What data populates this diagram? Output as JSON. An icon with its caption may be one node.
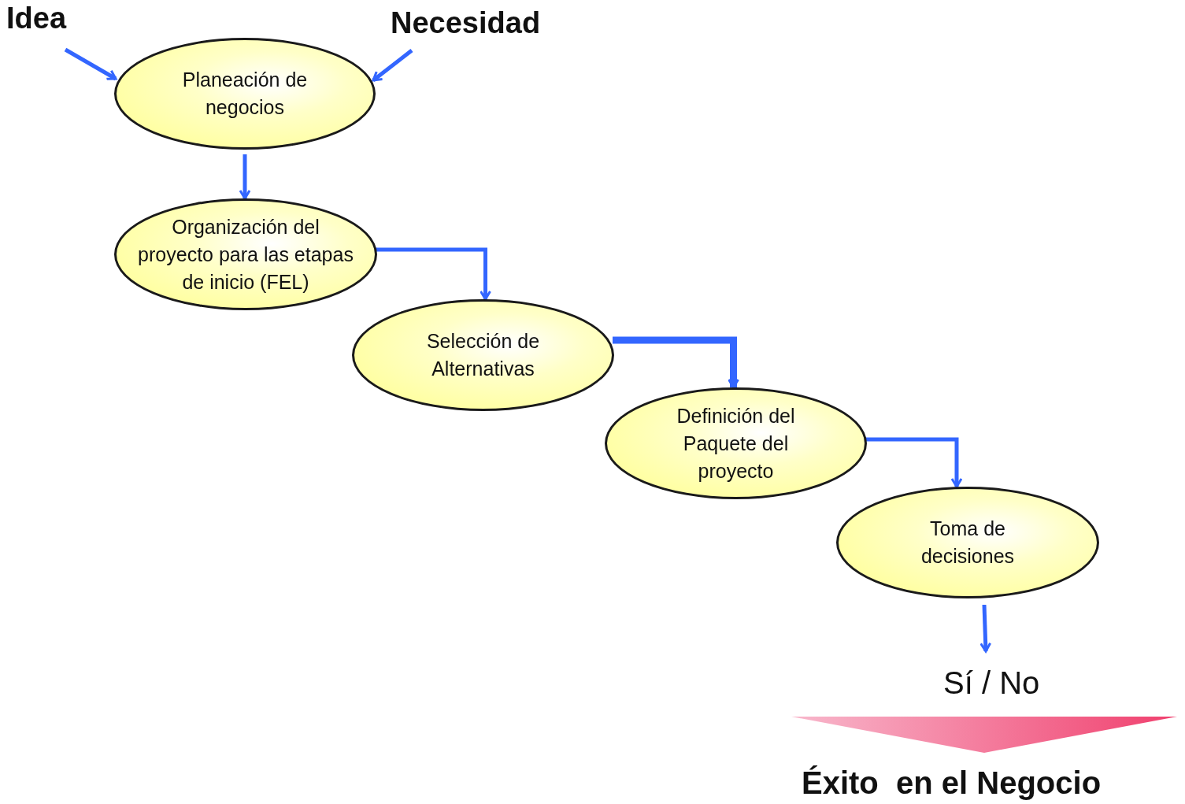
{
  "diagram": {
    "nodes": [
      {
        "text": [
          "Idea"
        ]
      },
      {
        "text": [
          "Necesidad"
        ]
      },
      {
        "text": [
          "Planeación de negocios"
        ]
      },
      {
        "text": [
          "Organización del proyecto para las etapas de inicio (FEL)"
        ]
      },
      {
        "text": [
          "Selección de Alternativas"
        ]
      },
      {
        "text": [
          "Definición del Paquete del proyecto"
        ]
      },
      {
        "text": [
          "Toma de decisiones"
        ]
      },
      {
        "text": [
          "Sí / No"
        ]
      }
    ],
    "edges": [
      {
        "from": 0,
        "to": 2,
        "arrow": "to"
      },
      {
        "from": 1,
        "to": 2,
        "arrow": "to"
      },
      {
        "from": 2,
        "to": 3,
        "arrow": "to"
      },
      {
        "from": 3,
        "to": 4,
        "arrow": "to"
      },
      {
        "from": 4,
        "to": 5,
        "arrow": "to",
        "style": "thick"
      },
      {
        "from": 5,
        "to": 6,
        "arrow": "to"
      },
      {
        "from": 6,
        "to": 7,
        "arrow": "to"
      }
    ],
    "labels": [
      "Éxito  en el Negocio"
    ]
  }
}
